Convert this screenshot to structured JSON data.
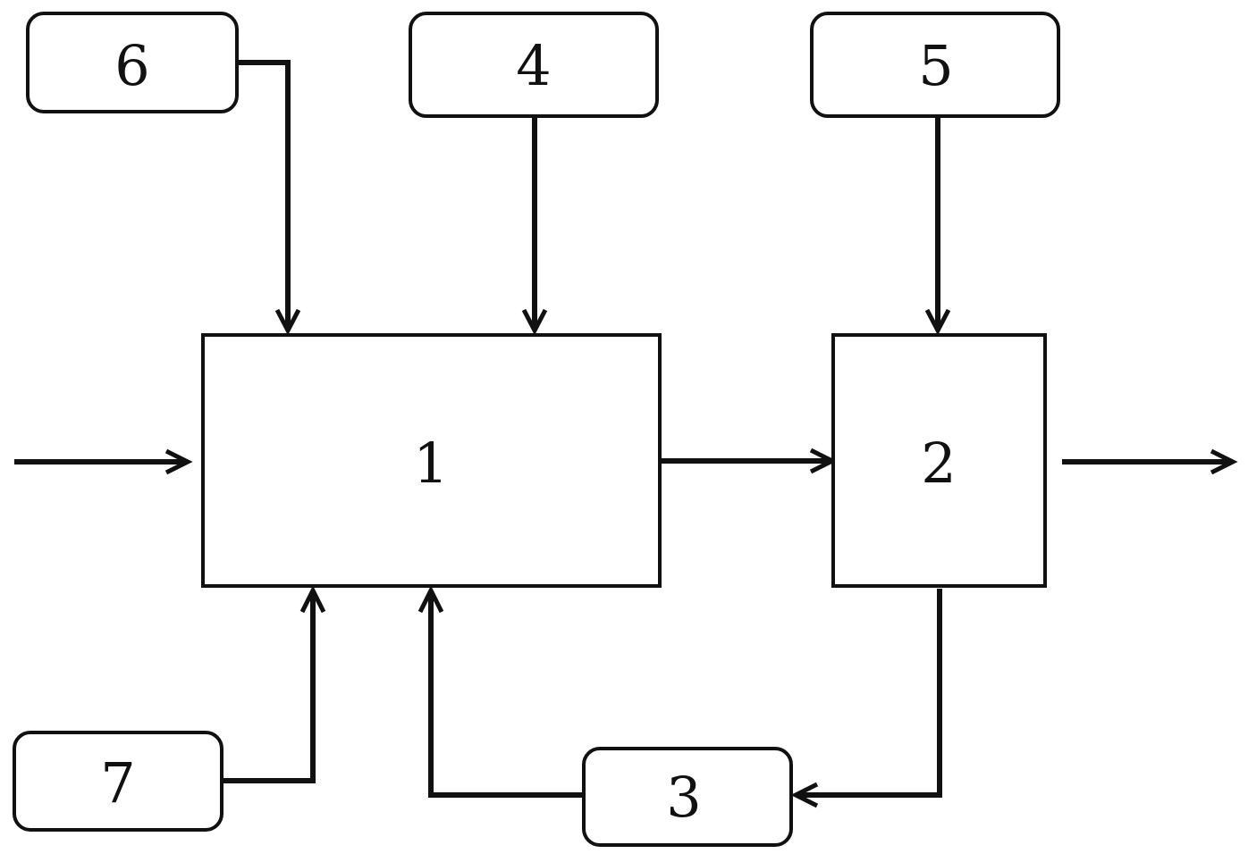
{
  "colors": {
    "stroke": "#111111",
    "background": "#ffffff"
  },
  "blocks": {
    "b1": {
      "label": "1"
    },
    "b2": {
      "label": "2"
    },
    "b3": {
      "label": "3"
    },
    "b4": {
      "label": "4"
    },
    "b5": {
      "label": "5"
    },
    "b6": {
      "label": "6"
    },
    "b7": {
      "label": "7"
    }
  },
  "connections": [
    {
      "from": "input",
      "to": "b1"
    },
    {
      "from": "b6",
      "to": "b1"
    },
    {
      "from": "b4",
      "to": "b1"
    },
    {
      "from": "b7",
      "to": "b1"
    },
    {
      "from": "b3",
      "to": "b1"
    },
    {
      "from": "b1",
      "to": "b2"
    },
    {
      "from": "b5",
      "to": "b2"
    },
    {
      "from": "b2",
      "to": "b3"
    },
    {
      "from": "b2",
      "to": "output"
    }
  ]
}
